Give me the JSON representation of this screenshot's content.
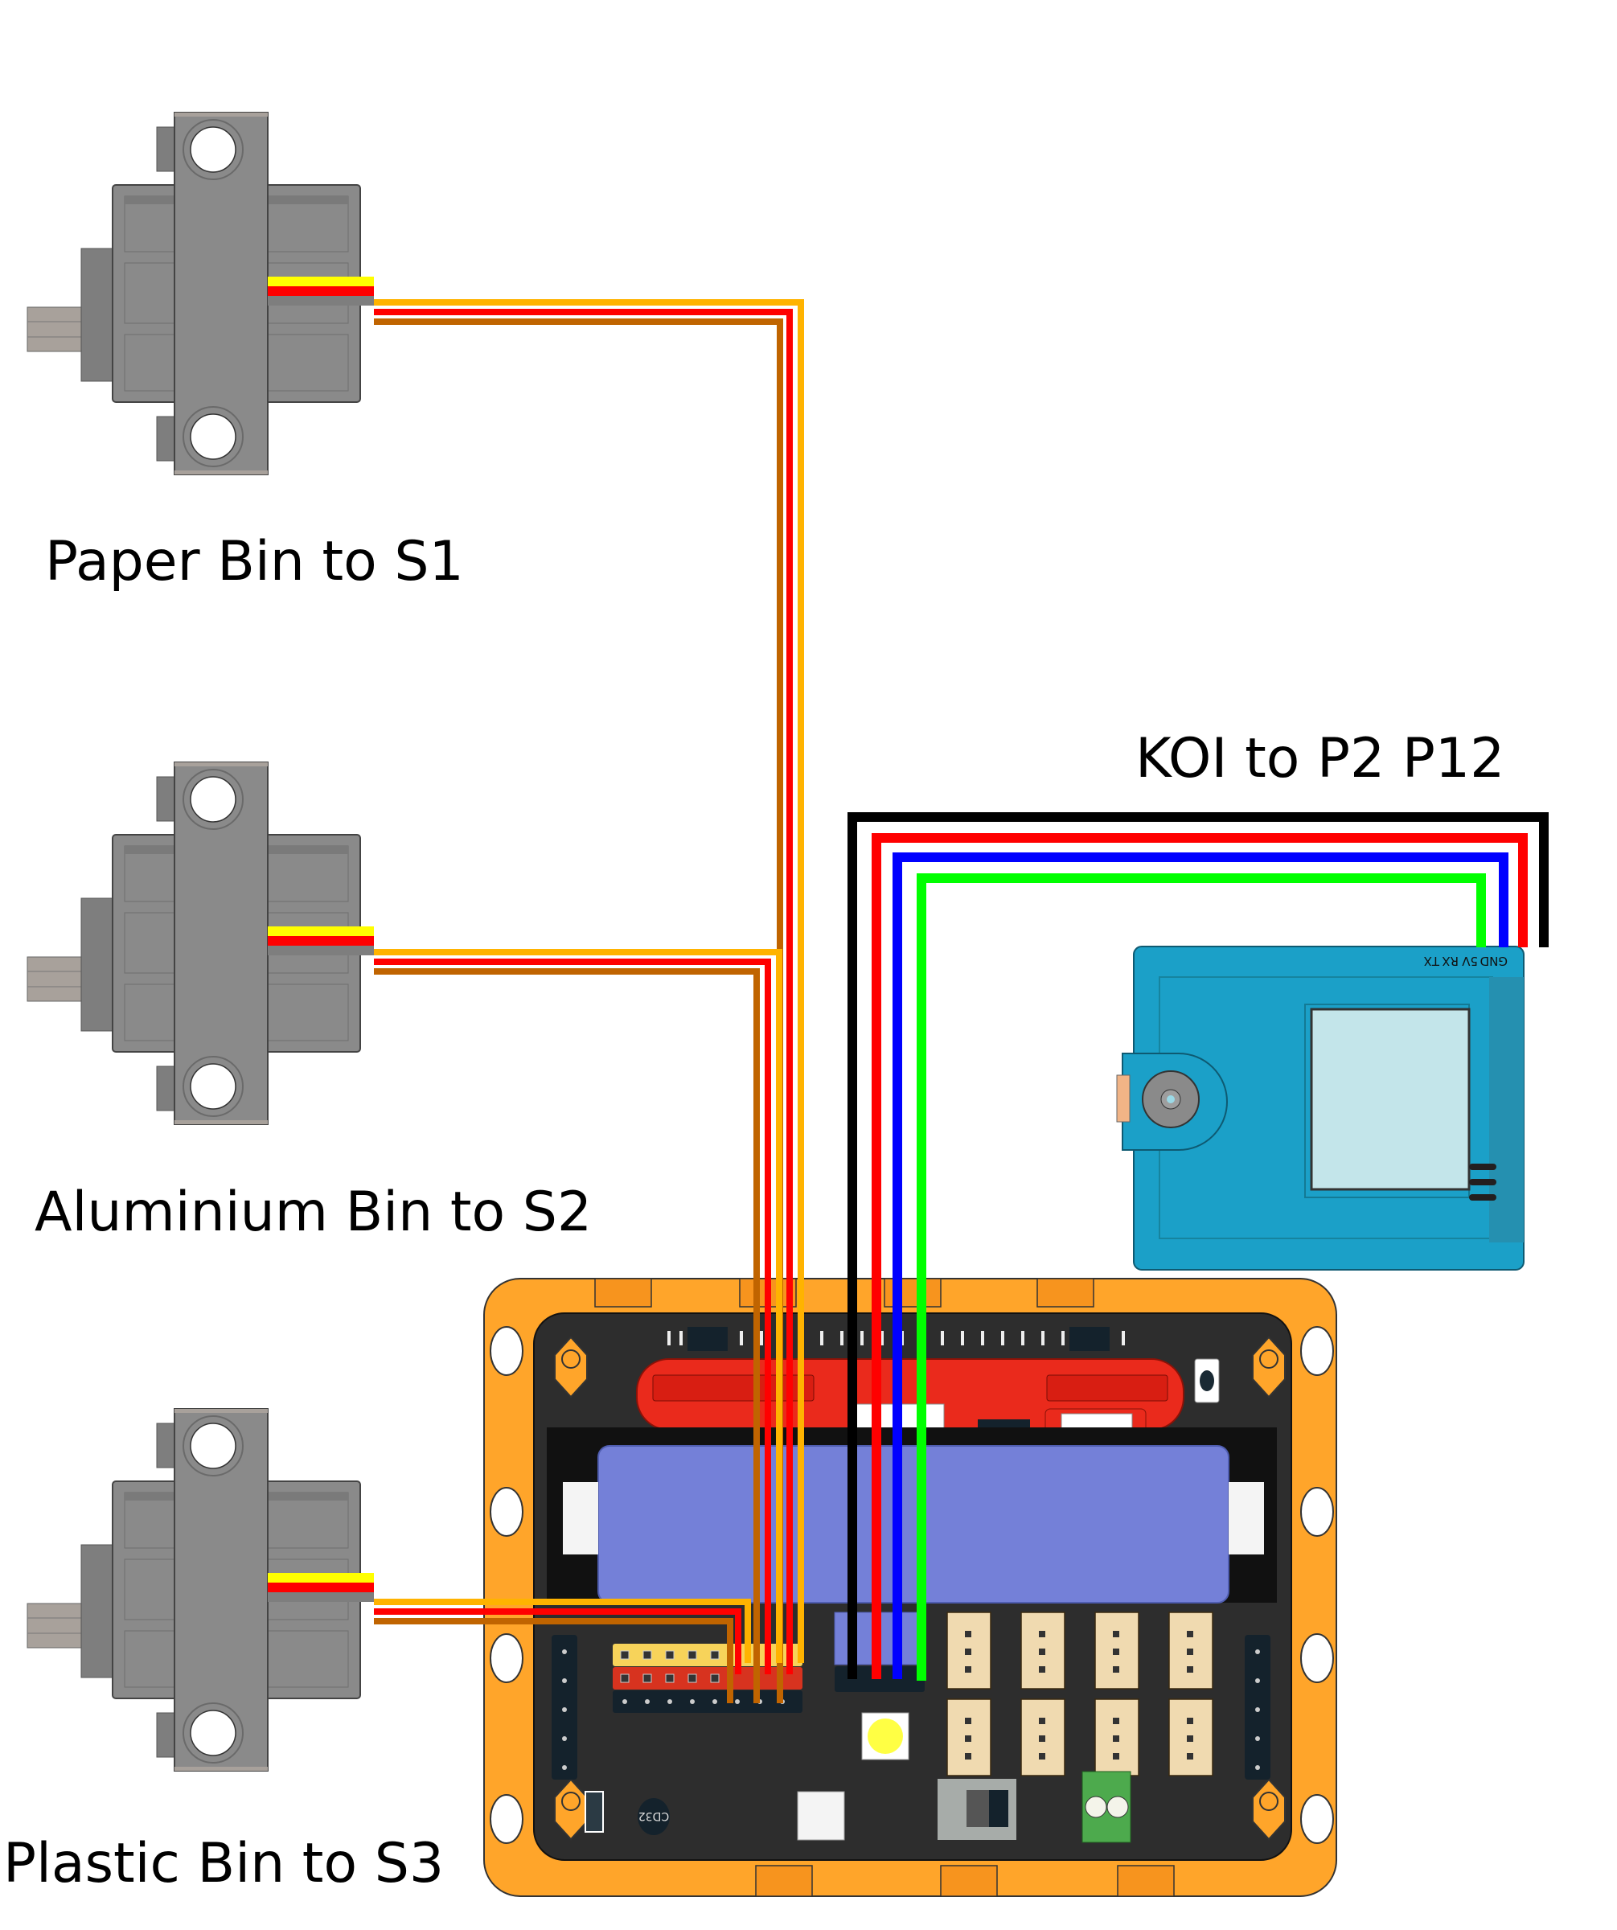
{
  "labels": {
    "servo1": "Paper Bin to S1",
    "servo2": "Aluminium Bin to S2",
    "servo3": "Plastic Bin to S3",
    "koi": "KOI to P2 P12"
  },
  "servos": [
    {
      "name": "Paper Bin servo",
      "port": "S1"
    },
    {
      "name": "Aluminium Bin servo",
      "port": "S2"
    },
    {
      "name": "Plastic Bin servo",
      "port": "S3"
    }
  ],
  "koi_module": {
    "pins": [
      "GND",
      "5V",
      "RX",
      "TX"
    ],
    "connection": "P2 P12"
  },
  "board": {
    "inductor_marking": "CD32"
  },
  "wire_colors": {
    "signal": "#FFB300",
    "power": "#FF0000",
    "ground": "#C06400",
    "servo_yellow": "#FFFF00",
    "koi_gnd": "#000000",
    "koi_5v": "#FF0000",
    "koi_rx": "#0000FF",
    "koi_tx": "#00FF00"
  },
  "component_colors": {
    "servo_body": "#8A8A8A",
    "frame": "#FFA52A",
    "pcb": "#2D2D2D",
    "battery": "#7480D8",
    "koi_case": "#1BA0C8",
    "koi_screen": "#C3E5EA"
  }
}
